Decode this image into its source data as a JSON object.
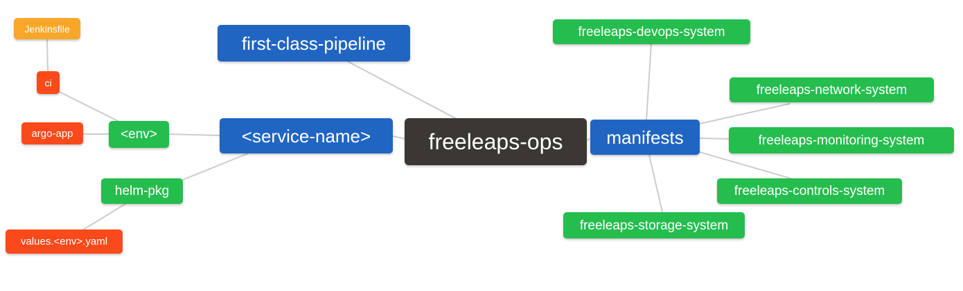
{
  "palette": {
    "blue": "#2065c2",
    "green": "#25bd4e",
    "red": "#fa4a1c",
    "orange": "#f9a72a",
    "dark": "#3b3734",
    "edge": "#cccccc",
    "text": "#ffffff"
  },
  "nodes": {
    "freeleaps_ops": {
      "label": "freeleaps-ops"
    },
    "first_class_pipeline": {
      "label": "first-class-pipeline"
    },
    "service_name": {
      "label": "<service-name>"
    },
    "manifests": {
      "label": "manifests"
    },
    "env": {
      "label": "<env>"
    },
    "helm_pkg": {
      "label": "helm-pkg"
    },
    "ci": {
      "label": "ci"
    },
    "jenkinsfile": {
      "label": "Jenkinsfile"
    },
    "argo_app": {
      "label": "argo-app"
    },
    "values_env_yaml": {
      "label": "values.<env>.yaml"
    },
    "devops_system": {
      "label": "freeleaps-devops-system"
    },
    "network_system": {
      "label": "freeleaps-network-system"
    },
    "monitoring_system": {
      "label": "freeleaps-monitoring-system"
    },
    "controls_system": {
      "label": "freeleaps-controls-system"
    },
    "storage_system": {
      "label": "freeleaps-storage-system"
    }
  }
}
